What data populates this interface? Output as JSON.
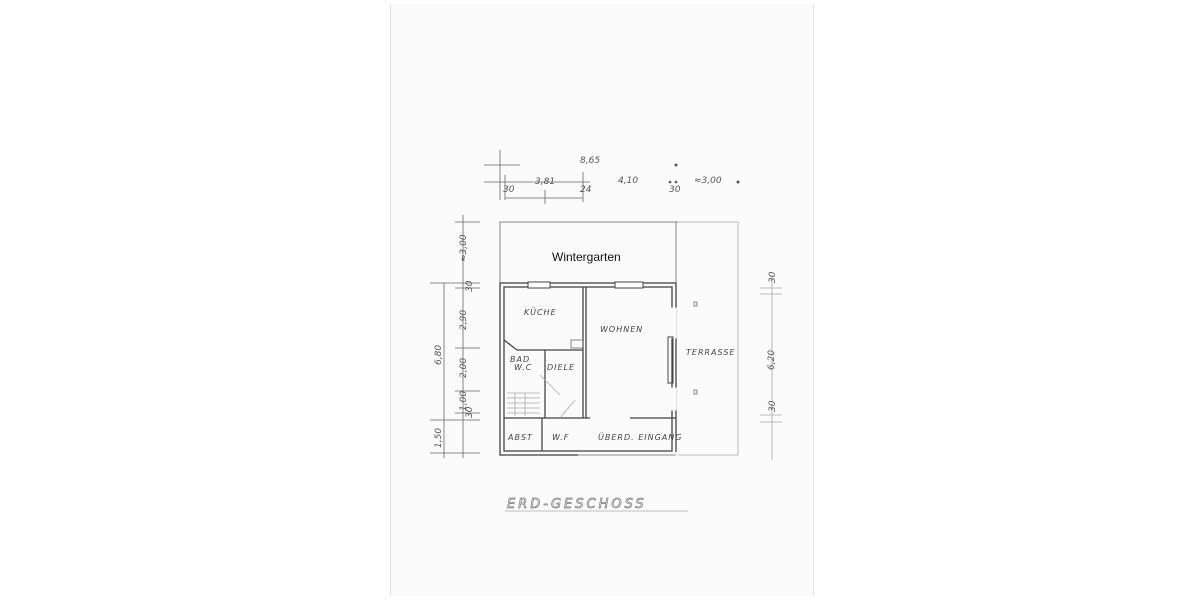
{
  "plan": {
    "title": "ERD-GESCHOSS",
    "rooms": {
      "wintergarten": "Wintergarten",
      "kueche": "KÜCHE",
      "wohnen": "WOHNEN",
      "bad_wc_1": "BAD",
      "bad_wc_2": "W.C",
      "diele": "DIELE",
      "abst": "ABST",
      "wf": "W.F",
      "eingang": "ÜBERD. EINGANG",
      "terrasse": "TERRASSE"
    },
    "dimensions": {
      "total_width": "8,65",
      "w1": "30",
      "w2": "3,81",
      "w3": "24",
      "w4": "4,10",
      "w5": "30",
      "w6": "≈3,00",
      "h_winter": "≈3,00",
      "h1": "30",
      "h2": "2,90",
      "h_total": "6,80",
      "h3": "2,00",
      "h4": "1,00",
      "h5": "30",
      "h6": "1,50",
      "terrace_depth": "6,20",
      "r1": "30",
      "r2": "30"
    }
  }
}
